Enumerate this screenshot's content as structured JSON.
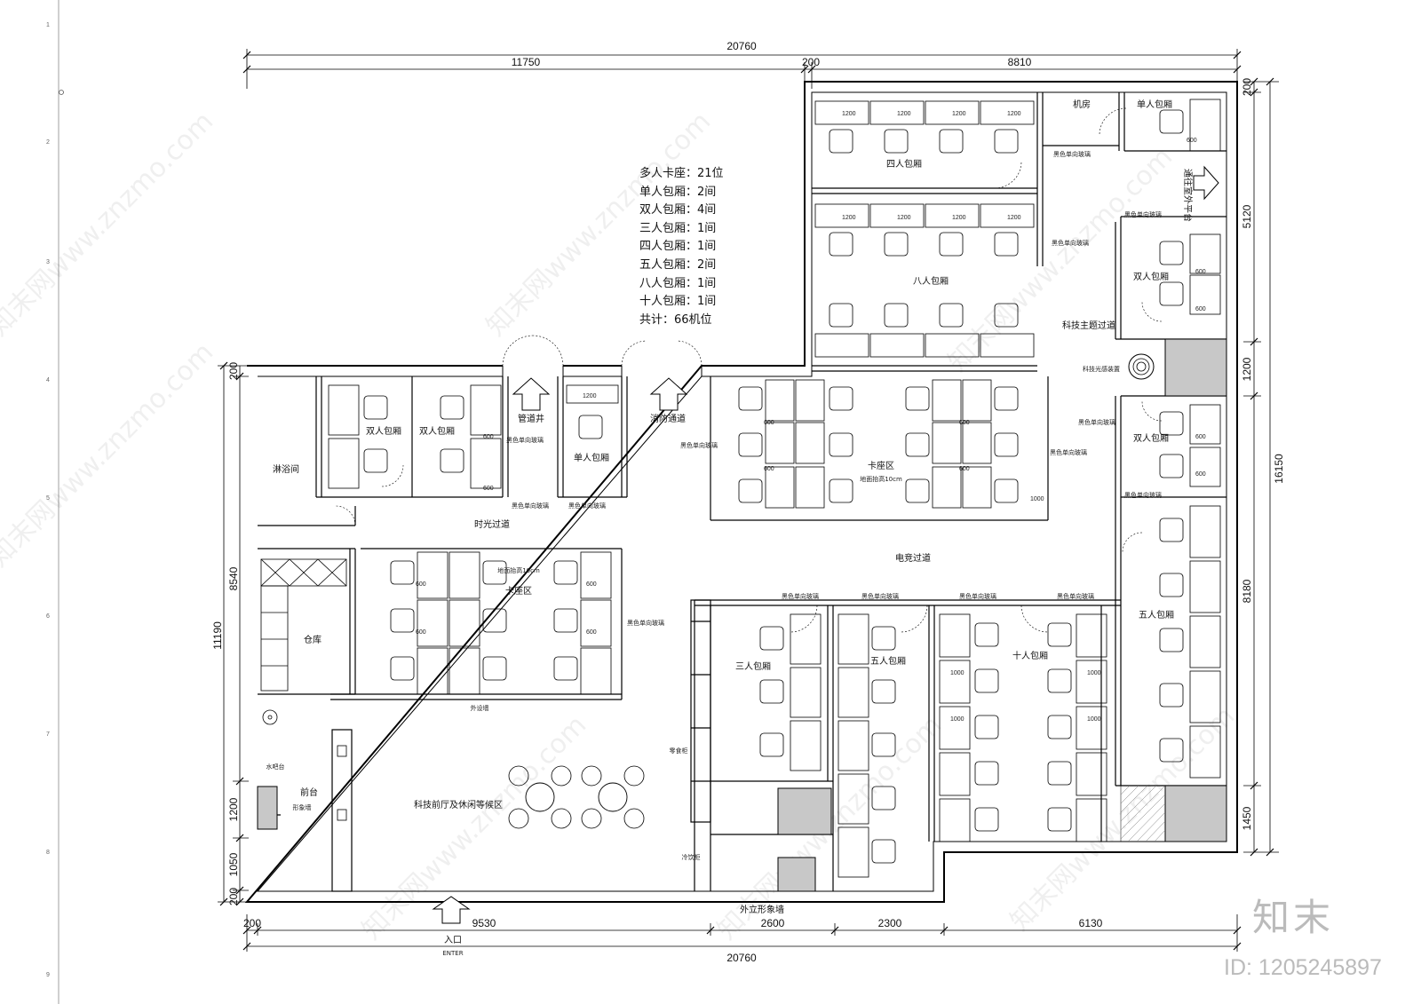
{
  "summary": [
    "多人卡座：21位",
    "单人包厢：2间",
    "双人包厢：4间",
    "三人包厢：1间",
    "四人包厢：1间",
    "五人包厢：2间",
    "八人包厢：1间",
    "十人包厢：1间",
    "共计：66机位"
  ],
  "dimensions": {
    "top_total": "20760",
    "top_left": "11750",
    "top_mid": "200",
    "top_right": "8810",
    "bottom_total": "20760",
    "bottom_a": "200",
    "bottom_b": "9530",
    "bottom_c": "2600",
    "bottom_d": "2300",
    "bottom_e": "6130",
    "left_total": "11190",
    "left_a": "200",
    "left_b": "8540",
    "left_c": "1200",
    "left_d": "1050",
    "left_e": "200",
    "right_a": "200",
    "right_b": "5120",
    "right_c": "1200",
    "right_d": "8180",
    "right_e": "1450",
    "right_total": "16150"
  },
  "rooms": {
    "four_room": "四人包厢",
    "eight_room": "八人包厢",
    "machine_room": "机房",
    "single_room_top": "单人包厢",
    "tech_corridor": "科技主题过道",
    "tech_device": "科技光感装置",
    "double_room_r1": "双人包厢",
    "double_room_r2": "双人包厢",
    "five_room_r": "五人包厢",
    "booth_top": "卡座区",
    "booth_top_note": "地面抬高10cm",
    "booth_left": "卡座区",
    "booth_left_note": "地面抬高10cm",
    "esports_corridor": "电竞过道",
    "time_corridor": "时光过道",
    "double_room_l1": "双人包厢",
    "double_room_l2": "双人包厢",
    "pipe_shaft": "管道井",
    "fire_passage": "消防通道",
    "single_room_l": "单人包厢",
    "shower": "淋浴间",
    "warehouse": "仓库",
    "outer_wall": "外设墙",
    "lobby": "科技前厅及休闲等候区",
    "water_bar": "水吧台",
    "front_desk": "前台",
    "image_wall": "形象墙",
    "snack_cabinet": "零食柜",
    "drink_cabinet": "冷饮柜",
    "three_room": "三人包厢",
    "five_room_m": "五人包厢",
    "ten_room": "十人包厢",
    "facade_wall": "外立形象墙",
    "entrance": "入口",
    "entrance_en": "ENTER",
    "outdoor_platform": "通往室外平台",
    "glass": "黑色单向玻璃",
    "desk_1200": "1200",
    "desk_600": "600",
    "desk_1000": "1000"
  },
  "watermark": "知末网www.znzmo.com",
  "brand": "知末",
  "image_id": "ID: 1205245897",
  "ruler_marks": [
    "1",
    "2",
    "3",
    "4",
    "5",
    "6",
    "7",
    "8",
    "9"
  ]
}
